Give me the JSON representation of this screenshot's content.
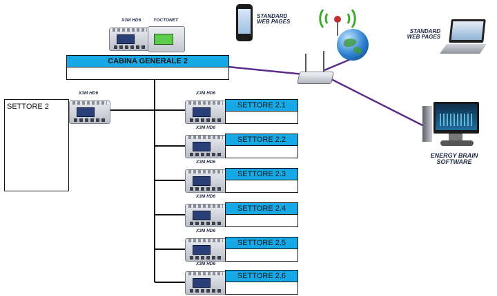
{
  "main_cabinet": {
    "title": "CABINA GENERALE 2"
  },
  "sector_main": {
    "title": "SETTORE 2"
  },
  "meter_model": "X3M HD6",
  "gateway_model": "YOCTONET",
  "sectors": [
    {
      "title": "SETTORE 2.1"
    },
    {
      "title": "SETTORE 2.2"
    },
    {
      "title": "SETTORE 2.3"
    },
    {
      "title": "SETTORE 2.4"
    },
    {
      "title": "SETTORE 2.5"
    },
    {
      "title": "SETTORE 2.6"
    }
  ],
  "phone_label": "STANDARD WEB PAGES",
  "laptop_label": "STANDARD WEB PAGES",
  "software_label": "ENERGY BRAIN SOFTWARE",
  "colors": {
    "header_blue": "#16a9e6",
    "network_line": "#5b2a8c",
    "bus_line": "#111111"
  },
  "icons": [
    "smartphone-icon",
    "laptop-icon",
    "desktop-monitor-icon",
    "router-icon",
    "globe-icon",
    "energy-meter-icon"
  ]
}
